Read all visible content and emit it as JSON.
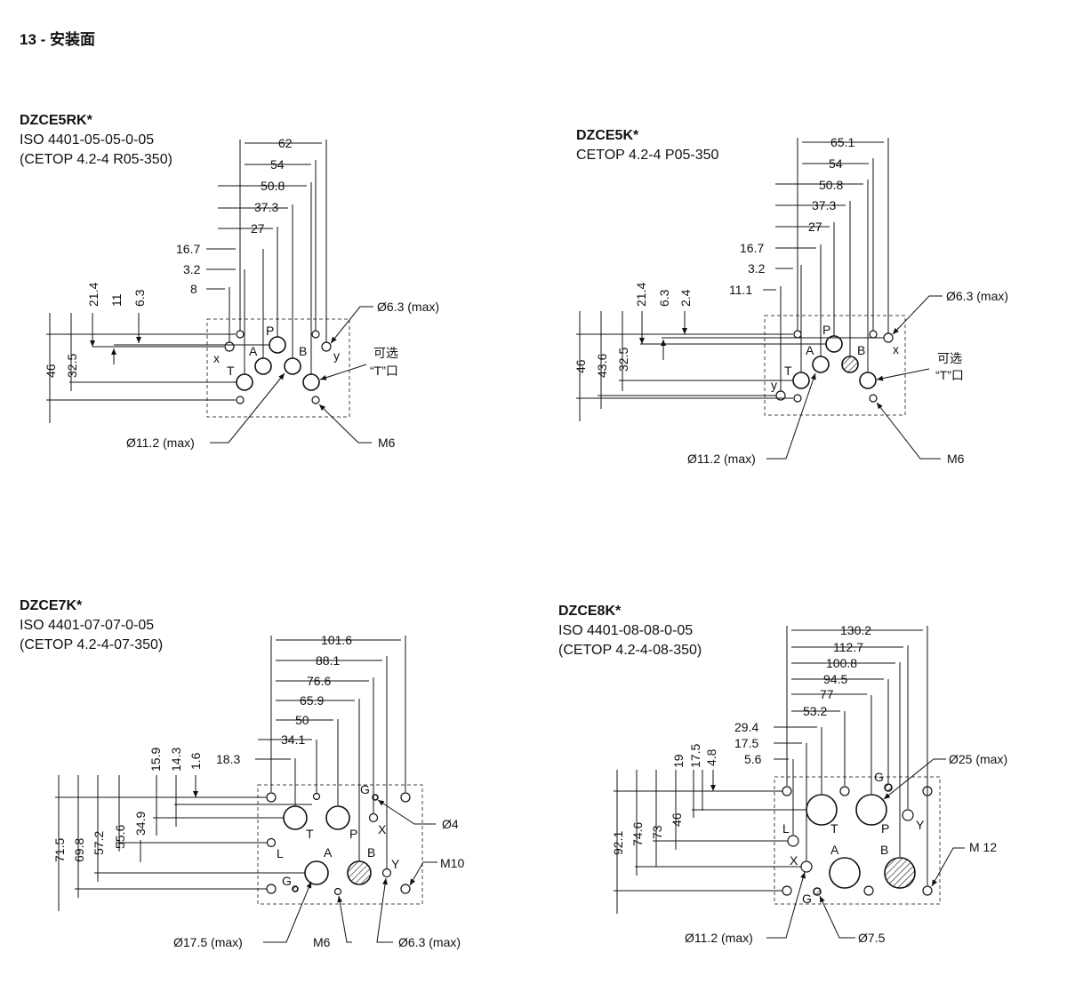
{
  "page": {
    "heading": "13 - 安装面"
  },
  "panels": [
    {
      "id": "dzce5rk",
      "title": "DZCE5RK*",
      "standard": "ISO 4401-05-05-0-05",
      "cetop": "(CETOP 4.2-4 R05-350)",
      "top_dims": [
        "62",
        "54",
        "50.8",
        "37.3",
        "27",
        "16.7",
        "3.2",
        "8"
      ],
      "side_dims": [
        "21.4",
        "11",
        "6.3",
        "46",
        "32.5"
      ],
      "port_labels": [
        "P",
        "A",
        "B",
        "T",
        "x",
        "y"
      ],
      "callouts": {
        "hole_max": "Ø6.3 (max)",
        "optional": "可选",
        "t_port": "“T”口",
        "port_max": "Ø11.2 (max)",
        "thread": "M6"
      }
    },
    {
      "id": "dzce5k",
      "title": "DZCE5K*",
      "standard": "CETOP 4.2-4 P05-350",
      "cetop": "",
      "top_dims": [
        "65.1",
        "54",
        "50.8",
        "37.3",
        "27",
        "16.7",
        "3.2",
        "11.1"
      ],
      "side_dims": [
        "21.4",
        "6.3",
        "2.4",
        "46",
        "43.6",
        "32.5"
      ],
      "port_labels": [
        "P",
        "A",
        "B",
        "T",
        "x",
        "y"
      ],
      "callouts": {
        "hole_max": "Ø6.3 (max)",
        "optional": "可选",
        "t_port": "“T”口",
        "port_max": "Ø11.2 (max)",
        "thread": "M6"
      }
    },
    {
      "id": "dzce7k",
      "title": "DZCE7K*",
      "standard": "ISO 4401-07-07-0-05",
      "cetop": "(CETOP 4.2-4-07-350)",
      "top_dims": [
        "101.6",
        "88.1",
        "76.6",
        "65.9",
        "50",
        "34.1",
        "18.3"
      ],
      "side_dims": [
        "15.9",
        "14.3",
        "1.6",
        "71.5",
        "69.8",
        "57.2",
        "55.6",
        "34.9"
      ],
      "port_labels": [
        "G",
        "T",
        "P",
        "X",
        "L",
        "A",
        "B",
        "Y",
        "G"
      ],
      "callouts": {
        "pin": "Ø4",
        "thread": "M10",
        "port_max": "Ø17.5 (max)",
        "thread2": "M6",
        "hole_max": "Ø6.3 (max)"
      }
    },
    {
      "id": "dzce8k",
      "title": "DZCE8K*",
      "standard": "ISO 4401-08-08-0-05",
      "cetop": "(CETOP 4.2-4-08-350)",
      "top_dims": [
        "130.2",
        "112.7",
        "100.8",
        "94.5",
        "77",
        "53.2",
        "29.4",
        "17.5",
        "5.6"
      ],
      "side_dims": [
        "19",
        "17.5",
        "4.8",
        "92.1",
        "74.6",
        "73",
        "46"
      ],
      "port_labels": [
        "G",
        "T",
        "P",
        "Y",
        "L",
        "X",
        "A",
        "B",
        "G"
      ],
      "callouts": {
        "port_big": "Ø25 (max)",
        "thread": "M 12",
        "port_max": "Ø11.2 (max)",
        "pin": "Ø7.5"
      }
    }
  ]
}
